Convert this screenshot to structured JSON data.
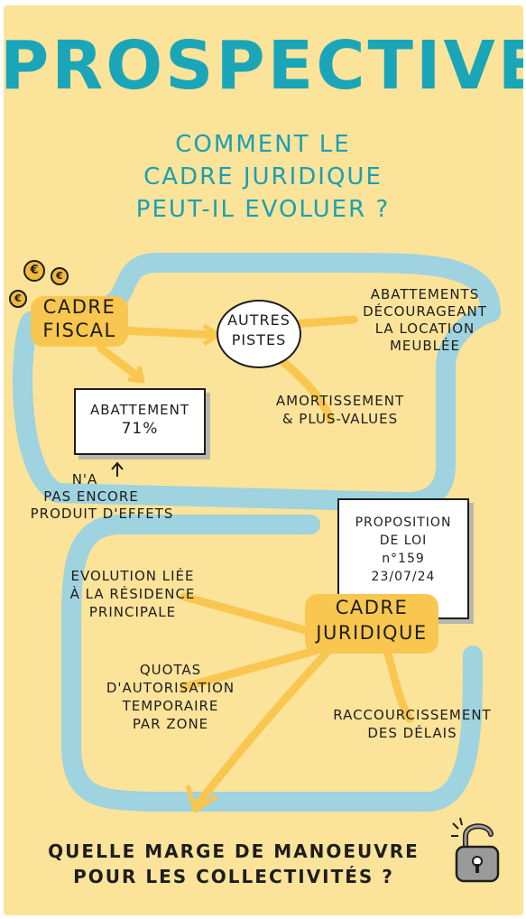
{
  "title": "PROSPECTIVE",
  "subtitle": [
    "COMMENT LE",
    "CADRE JURIDIQUE",
    "PEUT-IL EVOLUER ?"
  ],
  "fiscal": {
    "label": [
      "CADRE",
      "FISCAL"
    ],
    "coin_symbol": "€",
    "abattement_card": [
      "ABATTEMENT",
      "71%"
    ],
    "no_effect_note": [
      "N'A",
      "PAS ENCORE",
      "PRODUIT D'EFFETS"
    ],
    "autres_pistes": [
      "AUTRES",
      "PISTES"
    ],
    "abattements_note": [
      "ABATTEMENTS",
      "DÉCOURAGEANT",
      "LA LOCATION",
      "MEUBLÉE"
    ],
    "amortissement_note": [
      "AMORTISSEMENT",
      "& PLUS-VALUES"
    ]
  },
  "juridique": {
    "label": [
      "CADRE",
      "JURIDIQUE"
    ],
    "proposition_card": [
      "PROPOSITION",
      "DE LOI",
      "n°159",
      "23/07/24"
    ],
    "evolution_note": [
      "EVOLUTION LIÉE",
      "À LA RÉSIDENCE",
      "PRINCIPALE"
    ],
    "quotas_note": [
      "QUOTAS",
      "D'AUTORISATION",
      "TEMPORAIRE",
      "PAR ZONE"
    ],
    "delais_note": [
      "RACCOURCISSEMENT",
      "DES DÉLAIS"
    ]
  },
  "conclusion": [
    "QUELLE MARGE DE MANOEUVRE",
    "POUR LES COLLECTIVITÉS ?"
  ],
  "icons": [
    "euro-coin-icon",
    "padlock-icon"
  ],
  "colors": {
    "background": "#fbe39a",
    "teal": "#1aa6b8",
    "path": "#9ed3df",
    "highlight": "#f9c74f",
    "ink": "#1d1d1d"
  }
}
